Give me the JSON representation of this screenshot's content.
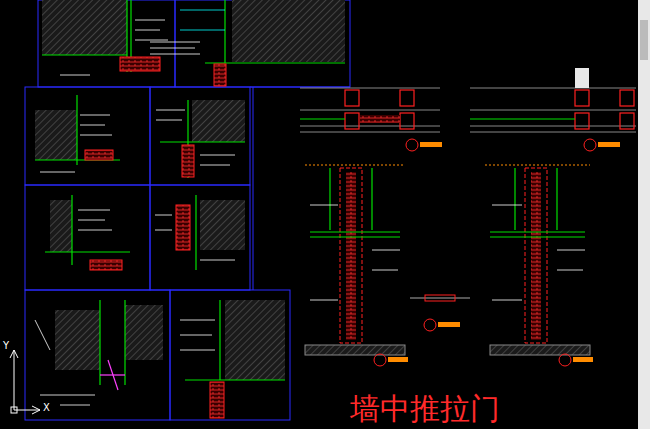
{
  "diagram": {
    "title": "墙中推拉门",
    "labels": [
      "Y",
      "X"
    ]
  }
}
